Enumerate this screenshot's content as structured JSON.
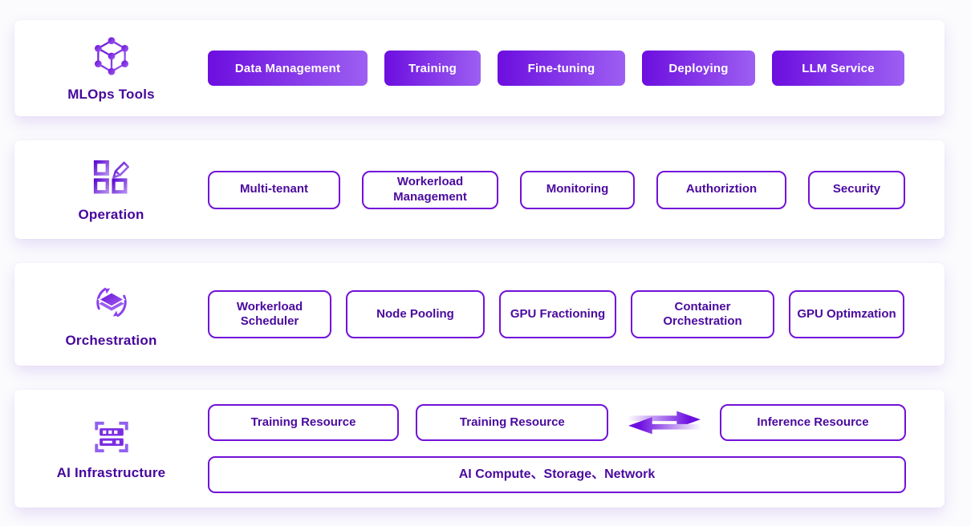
{
  "colors": {
    "accent-deep": "#46079c",
    "box-border": "#7311d8",
    "box-text": "#4a0a9e",
    "pill-grad-start": "#6c0edf",
    "pill-grad-end": "#9d5ff2",
    "card-shadow": "rgba(124,77,216,0.16)"
  },
  "sections": [
    {
      "label": "MLOps Tools",
      "icon": "cube-network-icon",
      "pills": [
        "Data Management",
        "Training",
        "Fine-tuning",
        "Deploying",
        "LLM Service"
      ]
    },
    {
      "label": "Operation",
      "icon": "grid-pencil-icon",
      "boxes": [
        "Multi-tenant",
        "Workerload Management",
        "Monitoring",
        "Authoriztion",
        "Security"
      ]
    },
    {
      "label": "Orchestration",
      "icon": "sync-layers-icon",
      "boxes": [
        "Workerload Scheduler",
        "Node Pooling",
        "GPU Fractioning",
        "Container Orchestration",
        "GPU Optimzation"
      ]
    },
    {
      "label": "AI Infrastructure",
      "icon": "server-scan-icon",
      "boxes": [
        "Training Resource",
        "Training Resource",
        "Inference Resource"
      ],
      "full_width_box": "AI Compute、Storage、Network"
    }
  ]
}
